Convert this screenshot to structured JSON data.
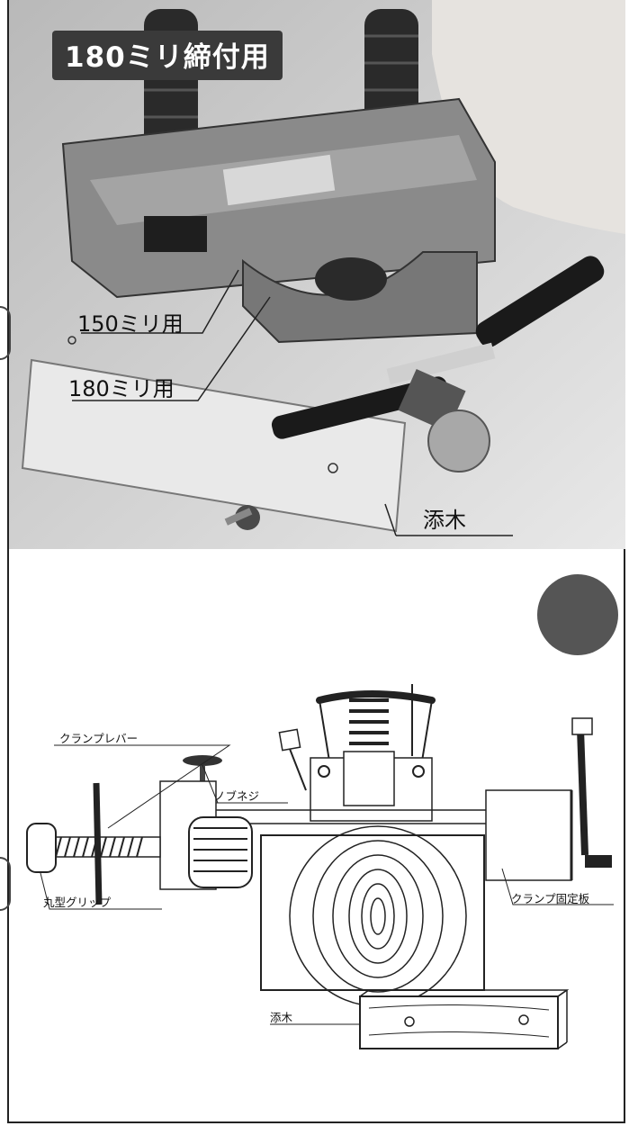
{
  "photo_section": {
    "title": "180ミリ締付用",
    "labels": {
      "l150": "150ミリ用",
      "l180": "180ミリ用",
      "soegi": "添木"
    }
  },
  "diagram_section": {
    "labels": {
      "clamp_lever": "クランプレバー",
      "knob_screw": "ノブネジ",
      "round_grip": "丸型グリップ",
      "clamp_plate": "クランプ固定板",
      "soegi": "添木"
    }
  },
  "colors": {
    "border": "#222222",
    "tag_bg": "#3a3a3a",
    "dot": "#555555"
  }
}
